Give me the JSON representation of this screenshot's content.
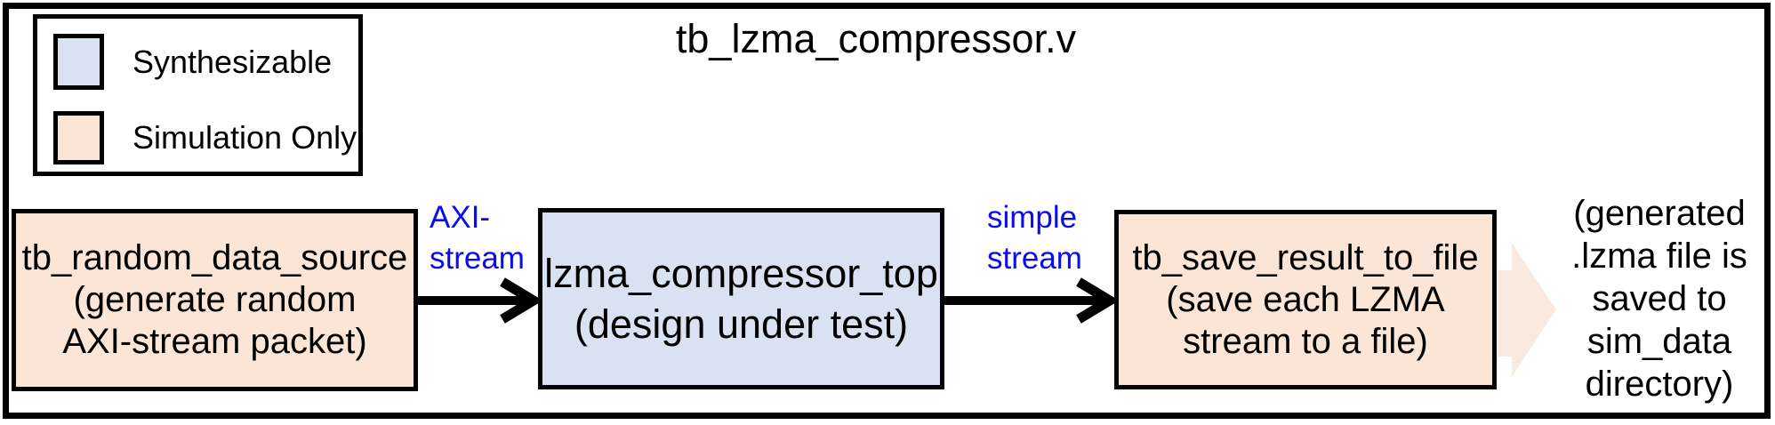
{
  "title": "tb_lzma_compressor.v",
  "legend": {
    "items": [
      {
        "label": "Synthesizable",
        "type": "synthesizable"
      },
      {
        "label": "Simulation Only",
        "type": "simulation-only"
      }
    ]
  },
  "blocks": [
    {
      "id": "tb_random_data_source",
      "type": "simulation-only",
      "lines": [
        "tb_random_data_source",
        "(generate random",
        "AXI-stream packet)"
      ]
    },
    {
      "id": "lzma_compressor_top",
      "type": "synthesizable",
      "lines": [
        "lzma_compressor_top",
        "(design under test)"
      ]
    },
    {
      "id": "tb_save_result_to_file",
      "type": "simulation-only",
      "lines": [
        "tb_save_result_to_file",
        "(save each LZMA",
        "stream to a file)"
      ]
    }
  ],
  "connections": [
    {
      "from": "tb_random_data_source",
      "to": "lzma_compressor_top",
      "label_lines": [
        "AXI-",
        "stream"
      ]
    },
    {
      "from": "lzma_compressor_top",
      "to": "tb_save_result_to_file",
      "label_lines": [
        "simple",
        "stream"
      ]
    }
  ],
  "output_note": {
    "lines": [
      "(generated",
      ".lzma file is",
      "saved to",
      "sim_data",
      "directory)"
    ]
  },
  "colors": {
    "synthesizable_fill": "#D9E2F3",
    "simulation_only_fill": "#FBE5D6",
    "block_arrow_fill": "#FAE9DE",
    "connection_label": "#0B0BEE",
    "border": "#000000"
  }
}
